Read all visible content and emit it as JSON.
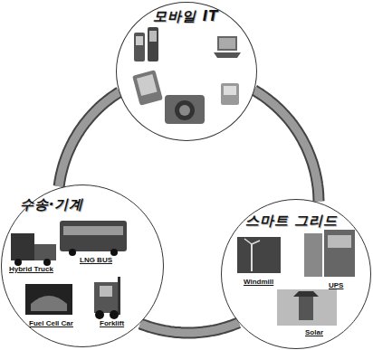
{
  "diagram": {
    "nodes": [
      {
        "text": [
          "모바일 IT"
        ]
      },
      {
        "text": [
          "수송·기계",
          "Hybrid Truck",
          "LNG BUS",
          "Fuel Cell Car",
          "Forklift"
        ]
      },
      {
        "text": [
          "스마트 그리드",
          "Windmill",
          "UPS",
          "Solar"
        ]
      }
    ],
    "edges": [
      {
        "from": 0,
        "to": 1,
        "arrow": "none"
      },
      {
        "from": 1,
        "to": 2,
        "arrow": "none"
      },
      {
        "from": 2,
        "to": 0,
        "arrow": "none"
      }
    ]
  }
}
